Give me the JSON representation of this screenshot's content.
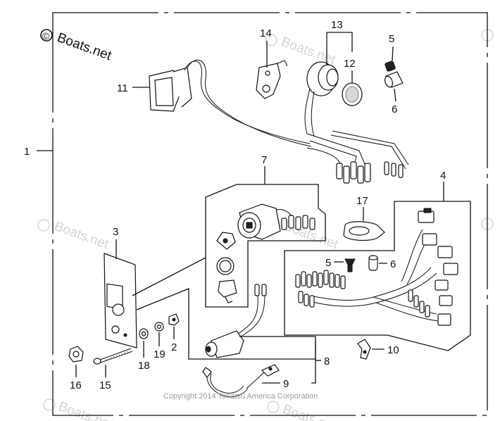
{
  "watermark": {
    "brand": "Boats.net",
    "copyright_symbol": "©"
  },
  "copyright": "Copyright 2014 Tohatsu America Corporation",
  "callouts": {
    "c1": "1",
    "c2": "2",
    "c3": "3",
    "c4": "4",
    "c5a": "5",
    "c5b": "5",
    "c6a": "6",
    "c6b": "6",
    "c7": "7",
    "c8": "8",
    "c9": "9",
    "c10": "10",
    "c11": "11",
    "c12": "12",
    "c13": "13",
    "c14": "14",
    "c15": "15",
    "c16": "16",
    "c17": "17",
    "c18": "18",
    "c19": "19"
  },
  "icons": [
    "wiring-harness-icon",
    "ignition-switch-icon",
    "stop-switch-icon",
    "plate-icon"
  ]
}
